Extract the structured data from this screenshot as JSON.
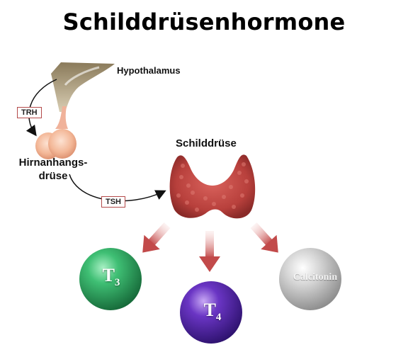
{
  "title": "Schilddrüsenhormone",
  "labels": {
    "hypothalamus": "Hypothalamus",
    "pituitary_line1": "Hirnanhangs-",
    "pituitary_line2": "drüse",
    "thyroid": "Schilddrüse"
  },
  "hormones": {
    "trh": "TRH",
    "tsh": "TSH"
  },
  "products": {
    "t3_base": "T",
    "t3_sub": "3",
    "t4_base": "T",
    "t4_sub": "4",
    "calcitonin": "Calcitonin"
  },
  "colors": {
    "t3": "#2e9a5c",
    "t4": "#5b2fa8",
    "calcitonin": "#c9c9c9",
    "arrow": "#c24a4a",
    "thyroid": "#b8403c",
    "pituitary": "#f2b79a"
  }
}
